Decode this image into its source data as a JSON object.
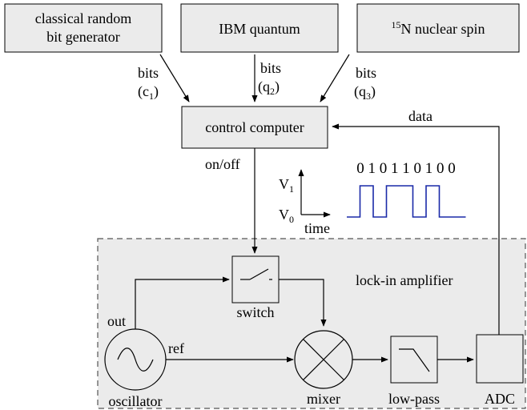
{
  "sources": {
    "classical": [
      "classical random",
      "bit generator"
    ],
    "ibm": "IBM quantum",
    "nuclear_sup": "15",
    "nuclear": "N nuclear spin"
  },
  "edges": {
    "bits": "bits",
    "c_base": "(c",
    "c_sub": "1",
    "q2_base": "(q",
    "q2_sub": "2",
    "q3_base": "(q",
    "q3_sub": "3",
    "close": ")",
    "data": "data",
    "onoff": "on/off",
    "ref": "ref",
    "out": "out"
  },
  "control": "control computer",
  "signal": {
    "bits_string": "0 1 0 1 1 0 1 0 0",
    "bits": [
      0,
      1,
      0,
      1,
      1,
      0,
      1,
      0,
      0
    ],
    "v1": "V",
    "v1_sub": "1",
    "v0": "V",
    "v0_sub": "0",
    "time": "time",
    "color": "#1a2aa8"
  },
  "lockin": {
    "title": "lock-in amplifier",
    "switch": "switch",
    "oscillator": "oscillator",
    "mixer": "mixer",
    "lowpass": "low-pass",
    "adc": "ADC",
    "region_fill": "#ebebeb"
  }
}
